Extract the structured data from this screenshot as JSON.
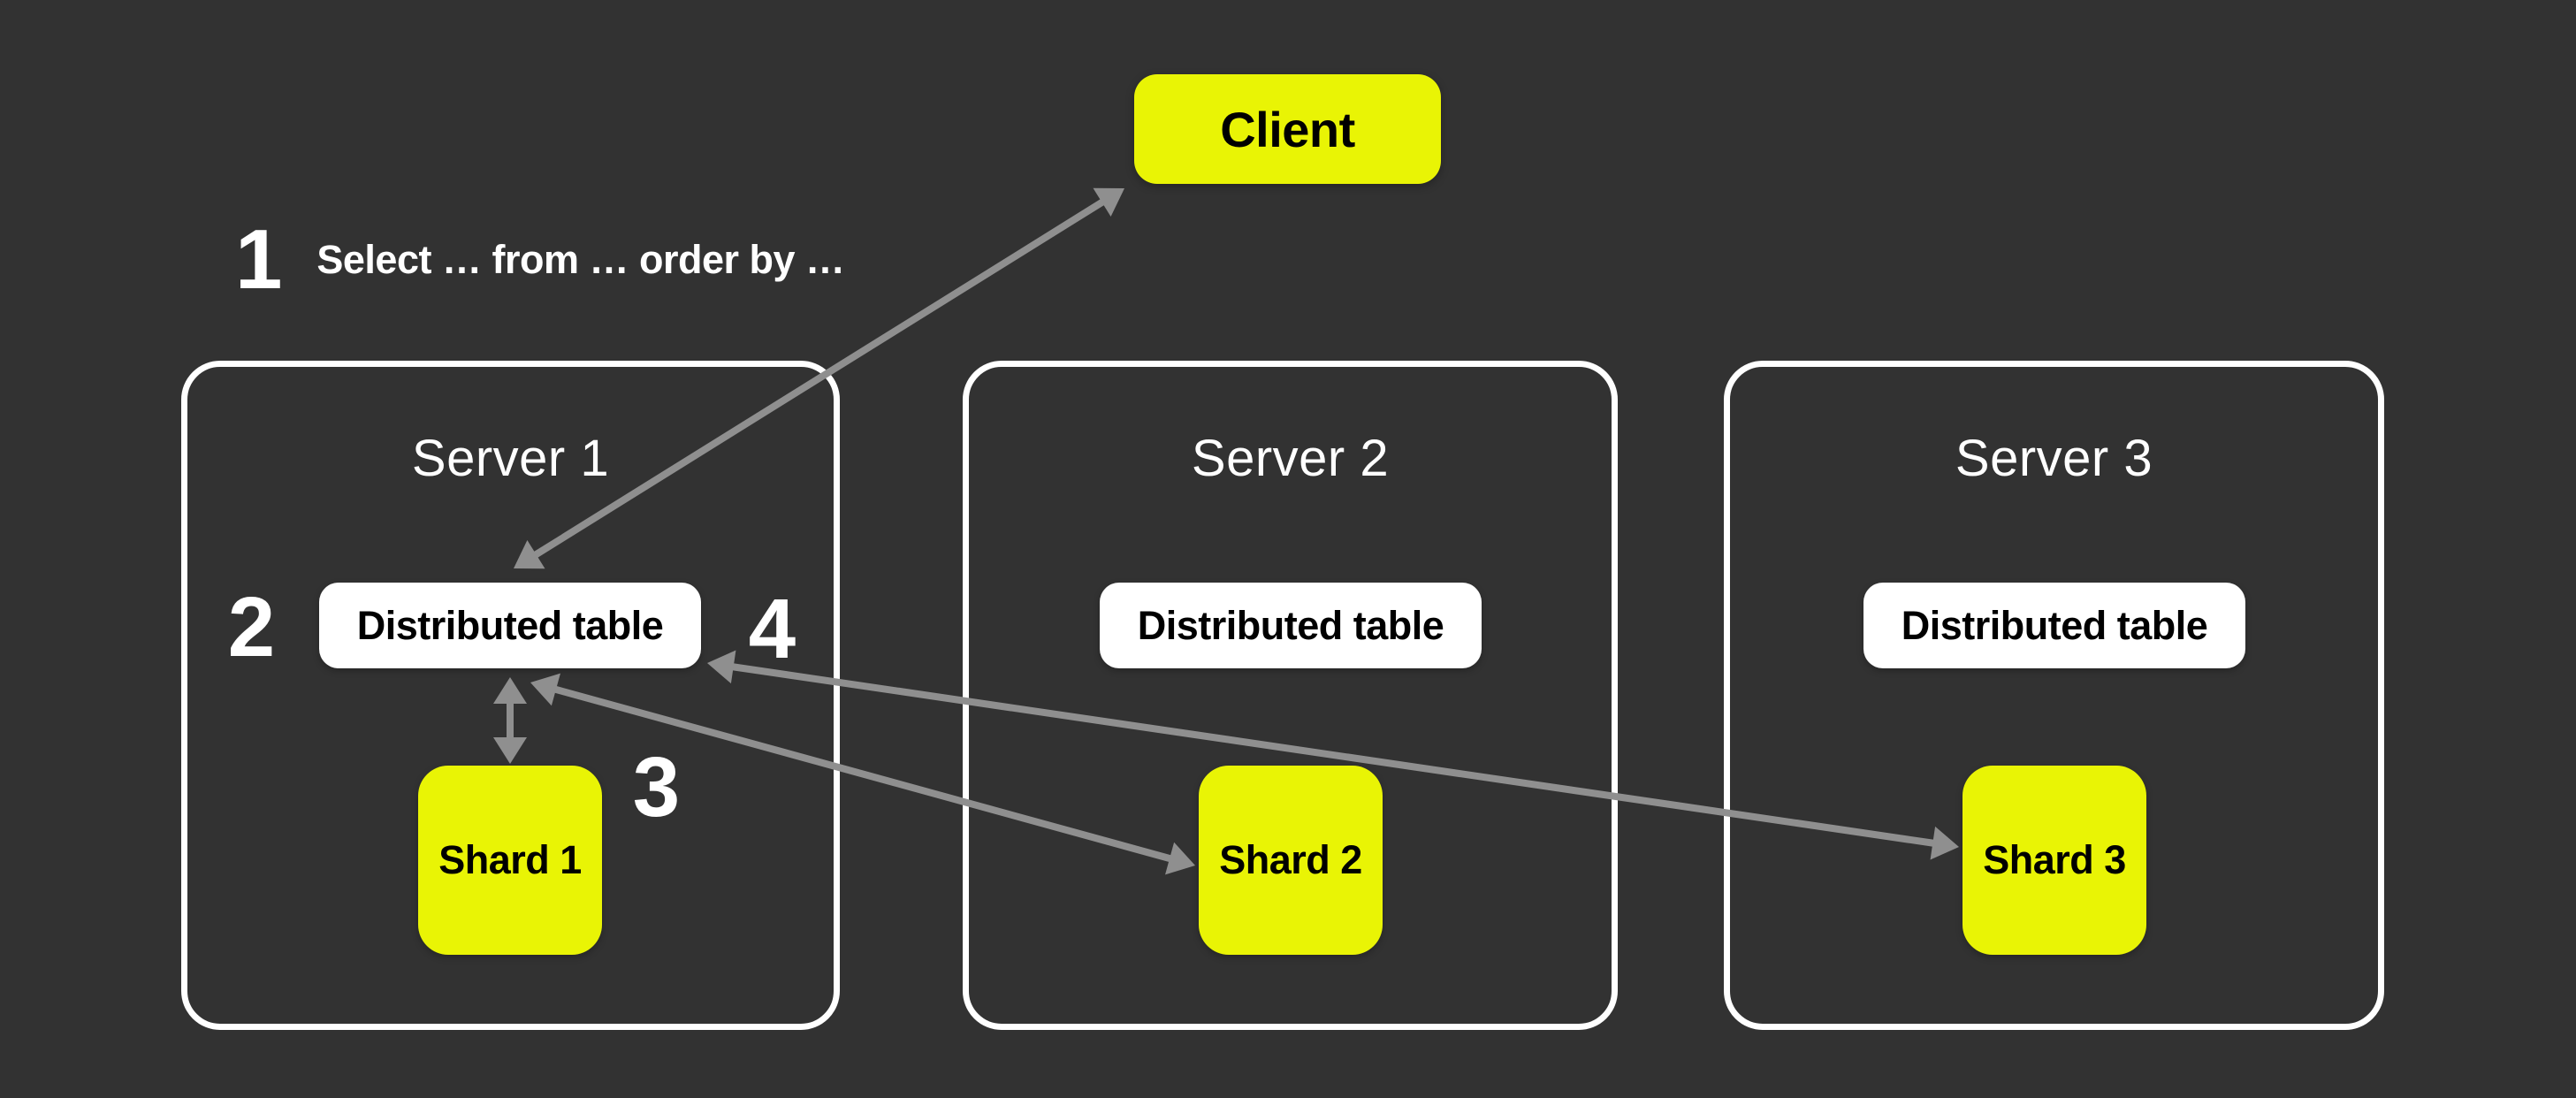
{
  "canvas": {
    "background": "#323232"
  },
  "colors": {
    "node_yellow": "#E9F405",
    "node_white": "#FFFFFF",
    "arrow_gray": "#8F8F8F",
    "text_white": "#FFFFFF",
    "text_black": "#000000",
    "server_border": "#FFFFFF"
  },
  "client": {
    "label": "Client"
  },
  "annotation": {
    "number": "1",
    "caption": "Select … from … order by …"
  },
  "step_numbers": {
    "two": "2",
    "three": "3",
    "four": "4"
  },
  "servers": [
    {
      "title": "Server 1",
      "table_label": "Distributed table",
      "shard_label": "Shard 1"
    },
    {
      "title": "Server 2",
      "table_label": "Distributed table",
      "shard_label": "Shard 2"
    },
    {
      "title": "Server 3",
      "table_label": "Distributed table",
      "shard_label": "Shard 3"
    }
  ],
  "arrows": [
    {
      "from": "server1-distributed-table",
      "to": "client",
      "style": "bidirectional"
    },
    {
      "from": "server1-distributed-table",
      "to": "shard-1",
      "style": "bidirectional"
    },
    {
      "from": "server1-distributed-table",
      "to": "shard-2",
      "style": "bidirectional"
    },
    {
      "from": "server1-distributed-table",
      "to": "shard-3",
      "style": "bidirectional"
    }
  ]
}
